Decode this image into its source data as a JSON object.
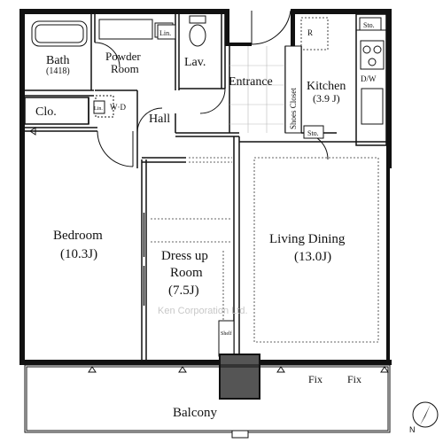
{
  "rooms": {
    "bath": "Bath",
    "bath_size": "(1418)",
    "powder_room_1": "Powder",
    "powder_room_2": "Room",
    "lav": "Lav.",
    "entrance": "Entrance",
    "kitchen": "Kitchen",
    "kitchen_size": "(3.9 J)",
    "closet": "Clo.",
    "hall": "Hall",
    "bedroom": "Bedroom",
    "bedroom_size": "(10.3J)",
    "dress_up_1": "Dress up",
    "dress_up_2": "Room",
    "dress_up_size": "(7.5J)",
    "living_dining": "Living Dining",
    "living_dining_size": "(13.0J)",
    "balcony": "Balcony"
  },
  "fixtures": {
    "lin_1": "Lin.",
    "lin_2": "Lin.",
    "washer_dryer": "W·D",
    "fridge": "R",
    "storage_1": "Sto.",
    "storage_2": "Sto.",
    "shoes_closet": "Shoes Closet",
    "dishwasher": "D/W",
    "shelf": "Shelf",
    "fix_1": "Fix",
    "fix_2": "Fix"
  },
  "watermark": "Ken Corporation Ltd.",
  "compass": "N"
}
